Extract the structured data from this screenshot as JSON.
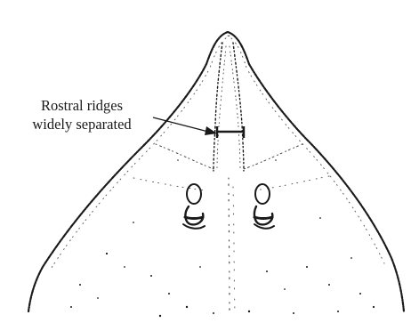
{
  "annotation": {
    "line1": "Rostral ridges",
    "line2": "widely separated"
  },
  "colors": {
    "ink": "#1a1a1a",
    "background": "#ffffff"
  },
  "illustration": "ray-snout-ventral-line-drawing"
}
